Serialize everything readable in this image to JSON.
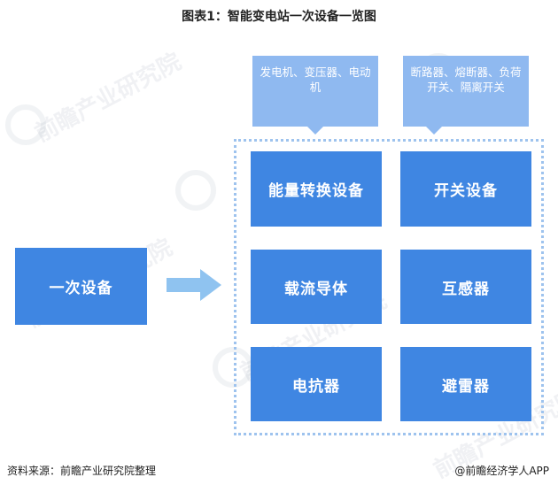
{
  "title": "图表1：智能变电站一次设备一览图",
  "main_node": "一次设备",
  "callouts": [
    {
      "text": "发电机、变压器、电动机"
    },
    {
      "text": "断路器、熔断器、负荷开关、隔离开关"
    }
  ],
  "categories": [
    {
      "label": "能量转换设备"
    },
    {
      "label": "开关设备"
    },
    {
      "label": "载流导体"
    },
    {
      "label": "互感器"
    },
    {
      "label": "电抗器"
    },
    {
      "label": "避雷器"
    }
  ],
  "watermark_text": "前瞻产业研究院",
  "footer": {
    "source": "资料来源：前瞻产业研究院整理",
    "brand": "@前瞻经济学人APP"
  },
  "colors": {
    "box": "#3f86e2",
    "callout": "#8fb9f0",
    "frame": "#9ec3ee",
    "arrow": "#8fc3f0"
  }
}
